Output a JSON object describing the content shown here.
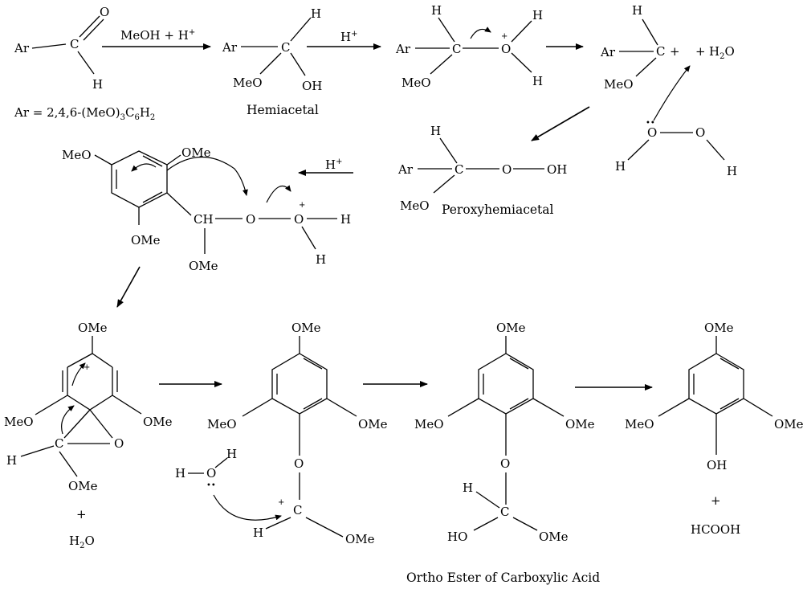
{
  "labels": {
    "ar": "Ar",
    "c": "C",
    "o": "O",
    "oh": "OH",
    "ho": "HO",
    "h": "H",
    "meo": "MeO",
    "ome": "OMe",
    "ch": "CH",
    "plus": "+",
    "lone_pair": "••",
    "h2o_h": "H",
    "h2o_o": "O",
    "h2o_2": "2",
    "cooh": "HCOOH"
  },
  "reagents": {
    "step1_label": "MeOH + H",
    "proton_sup": "+",
    "step2_label": "H",
    "h_plus_recycle": "H"
  },
  "captions": {
    "ar_definition_prefix": "Ar = 2,4,6-(MeO)",
    "ar_sub3": "3",
    "ar_c": "C",
    "ar_sub6": "6",
    "ar_h": "H",
    "ar_sub2": "2",
    "hemiacetal": "Hemiacetal",
    "peroxyhemiacetal": "Peroxyhemiacetal",
    "ortho_ester": "Ortho Ester of Carboxylic Acid"
  }
}
